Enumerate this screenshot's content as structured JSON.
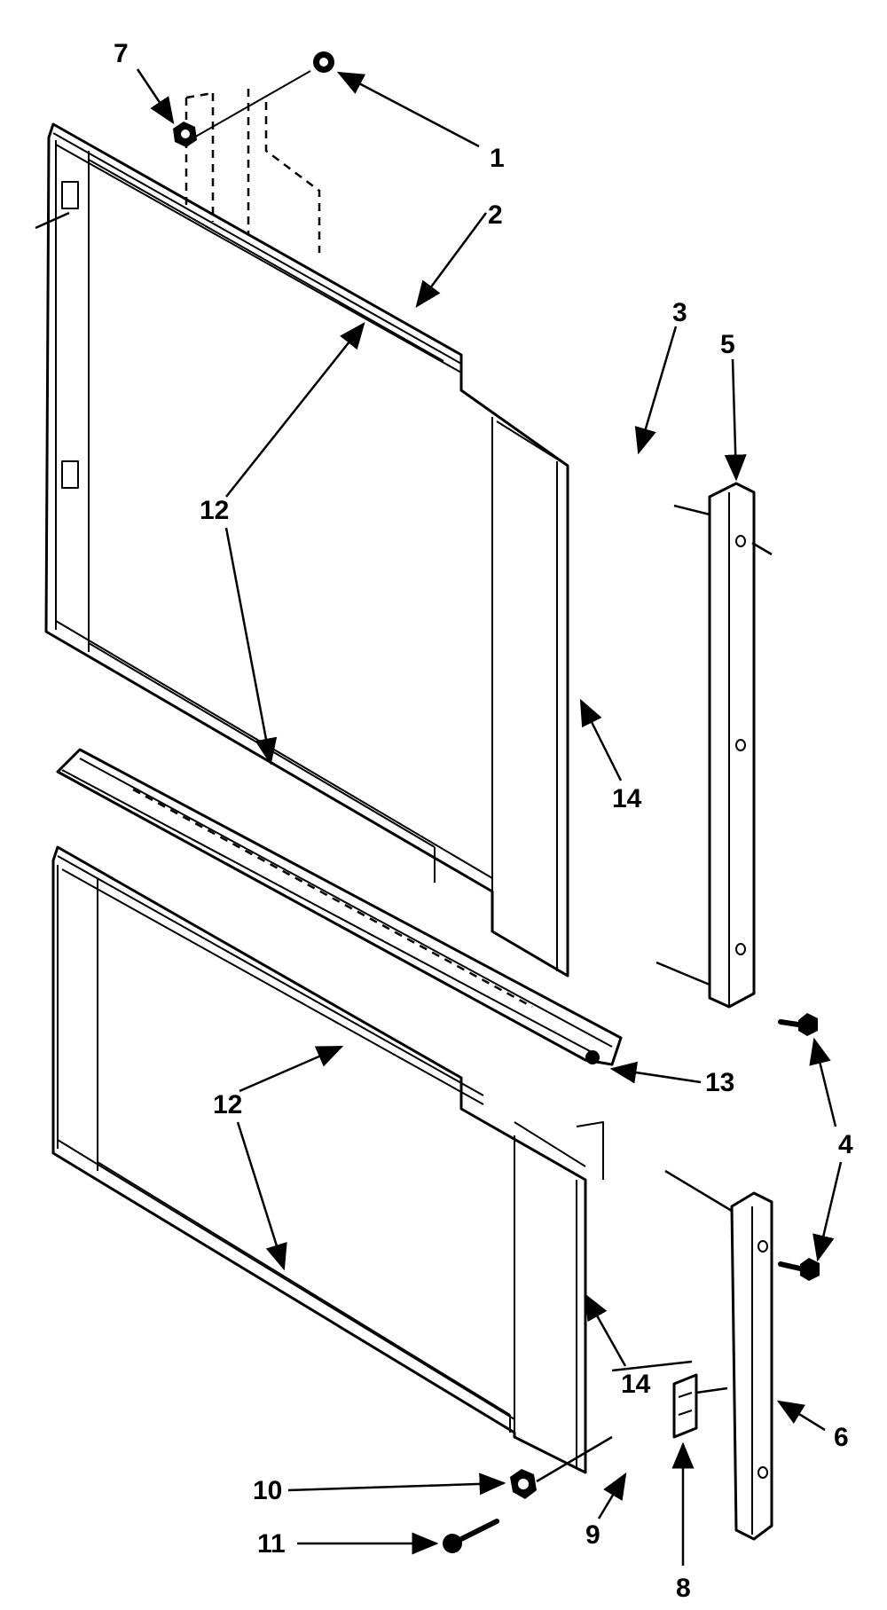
{
  "diagram": {
    "callouts": {
      "c1": "1",
      "c2": "2",
      "c3": "3",
      "c4": "4",
      "c5": "5",
      "c6": "6",
      "c7": "7",
      "c8": "8",
      "c9": "9",
      "c10": "10",
      "c11": "11",
      "c12a": "12",
      "c12b": "12",
      "c13": "13",
      "c14a": "14",
      "c14b": "14"
    }
  }
}
